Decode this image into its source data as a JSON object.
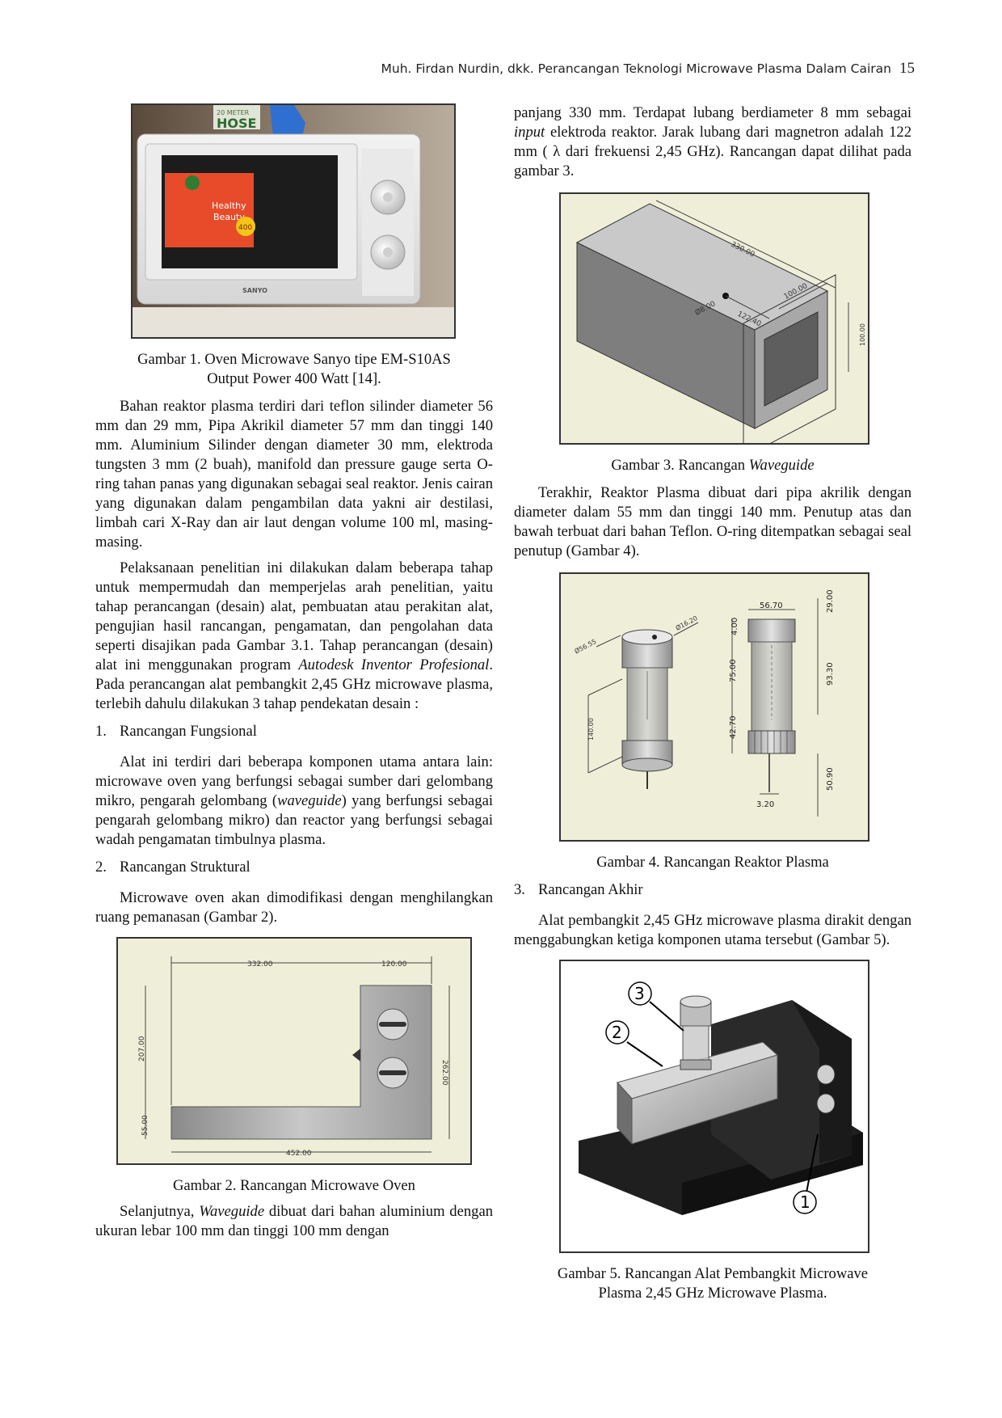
{
  "header": {
    "running_title": "Muh. Firdan Nurdin, dkk. Perancangan Teknologi Microwave Plasma Dalam Cairan",
    "page_number": "15"
  },
  "fig1": {
    "caption_line1": "Gambar 1. Oven Microwave Sanyo tipe EM-S10AS",
    "caption_line2": "Output Power 400 Watt [14].",
    "brand": "SANYO",
    "sticker_line1": "Healthy",
    "sticker_line2": "Beauty",
    "sticker_badge": "400",
    "poster_text": "HOSE"
  },
  "left": {
    "p1": "Bahan reaktor plasma terdiri dari teflon silinder diameter 56 mm dan 29 mm, Pipa Akrikil diameter 57 mm dan tinggi 140 mm. Aluminium Silinder dengan diameter 30 mm, elektroda tungsten 3 mm (2 buah), manifold dan pressure gauge serta O-ring tahan panas yang digunakan sebagai seal reaktor. Jenis cairan yang digunakan dalam pengambilan data yakni air destilasi, limbah cari X-Ray dan air laut dengan volume 100 ml, masing-masing.",
    "p2_a": "Pelaksanaan penelitian ini dilakukan dalam beberapa tahap untuk mempermudah dan memperjelas arah penelitian, yaitu tahap perancangan (desain) alat, pembuatan atau perakitan alat, pengujian hasil rancangan, pengamatan, dan pengolahan data seperti disajikan pada Gambar 3.1. Tahap perancangan (desain) alat ini menggunakan program ",
    "p2_em": "Autodesk Inventor Profesional",
    "p2_b": ". Pada perancangan alat pembangkit 2,45 GHz microwave plasma, terlebih dahulu dilakukan 3 tahap pendekatan desain :",
    "list1_num": "1.",
    "list1_label": "Rancangan Fungsional",
    "p3_a": "Alat ini terdiri dari beberapa komponen utama antara lain: microwave oven yang berfungsi sebagai sumber dari gelombang mikro, pengarah gelombang (",
    "p3_em": "waveguide",
    "p3_b": ") yang berfungsi sebagai pengarah gelombang mikro) dan reactor yang berfungsi sebagai wadah pengamatan timbulnya plasma.",
    "list2_num": "2.",
    "list2_label": "Rancangan Struktural",
    "p4": "Microwave oven akan dimodifikasi dengan menghilangkan ruang pemanasan (Gambar 2).",
    "fig2_caption": "Gambar 2. Rancangan Microwave Oven",
    "p5_a": "Selanjutnya, ",
    "p5_em": "Waveguide",
    "p5_b": " dibuat dari bahan aluminium dengan ukuran lebar 100 mm dan tinggi 100 mm dengan"
  },
  "fig2": {
    "dim_top_1": "332.00",
    "dim_top_2": "120.00",
    "dim_left_1": "207.00",
    "dim_left_2": "55.00",
    "dim_right": "262.00",
    "dim_bottom": "452.00"
  },
  "right": {
    "p1_a": "panjang 330 mm. Terdapat lubang berdiameter 8 mm sebagai ",
    "p1_em": "input",
    "p1_b": " elektroda reaktor. Jarak lubang dari magnetron adalah 122 mm ( λ dari frekuensi 2,45 GHz). Rancangan dapat dilihat pada gambar 3.",
    "fig3_caption_a": "Gambar 3. Rancangan ",
    "fig3_caption_em": "Waveguide",
    "p2": "Terakhir, Reaktor Plasma dibuat dari pipa akrilik dengan diameter dalam 55 mm dan tinggi 140 mm. Penutup atas dan bawah terbuat dari bahan Teflon. O-ring ditempatkan sebagai seal penutup (Gambar 4).",
    "fig4_caption": "Gambar 4. Rancangan Reaktor Plasma",
    "list3_num": "3.",
    "list3_label": "Rancangan Akhir",
    "p3": "Alat pembangkit 2,45 GHz microwave plasma dirakit dengan menggabungkan ketiga komponen utama tersebut (Gambar 5).",
    "fig5_caption_line1": "Gambar 5. Rancangan Alat Pembangkit Microwave",
    "fig5_caption_line2": "Plasma 2,45 GHz Microwave Plasma."
  },
  "fig3": {
    "dim_length": "330.00",
    "dim_width": "100.00",
    "dim_hole": "Ø8.00",
    "dim_offset": "122.40",
    "dim_height": "100.00"
  },
  "fig4": {
    "dim_dia_outer": "Ø56.55",
    "dim_dia_top": "Ø16.20",
    "dim_height_iso": "140.00",
    "dim_top_width": "56.70",
    "dim_4": "4.00",
    "dim_75": "75.00",
    "dim_42": "42.70",
    "dim_29": "29.00",
    "dim_93": "93.30",
    "dim_50": "50.90",
    "dim_32": "3.20"
  },
  "fig5": {
    "label_1": "1",
    "label_2": "2",
    "label_3": "3"
  }
}
